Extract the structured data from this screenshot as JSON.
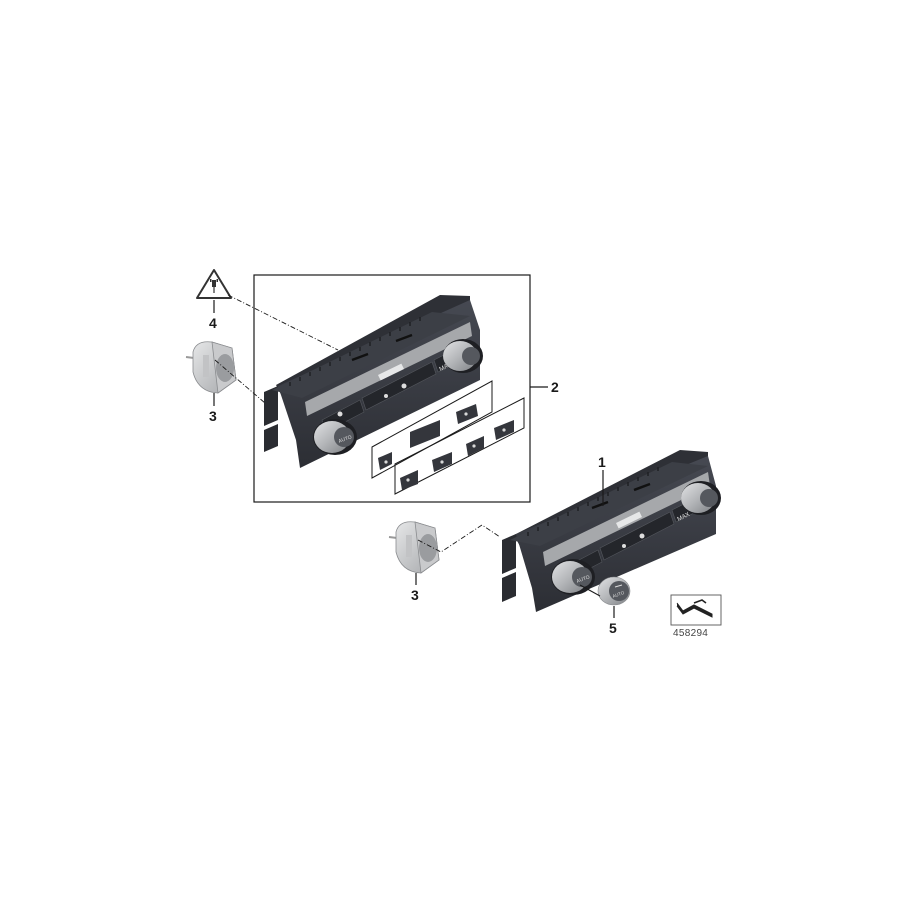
{
  "diagram": {
    "type": "exploded-parts-diagram",
    "subject": "Climate control panel (automatic air conditioning) with knobs and button caps",
    "reference_number": "458294",
    "callouts": [
      {
        "id": "1",
        "label": "1",
        "part": "climate-control-panel"
      },
      {
        "id": "2",
        "label": "2",
        "part": "climate-control-panel-kit-with-button-caps"
      },
      {
        "id": "3a",
        "label": "3",
        "part": "rotary-knob-adapter-upper"
      },
      {
        "id": "3b",
        "label": "3",
        "part": "rotary-knob-adapter-lower"
      },
      {
        "id": "4",
        "label": "4",
        "part": "connector-warning-symbol"
      },
      {
        "id": "5",
        "label": "5",
        "part": "auto-button-cap"
      }
    ],
    "panel_labels": {
      "auto": "AUTO",
      "max": "MAX"
    },
    "colors": {
      "panel_body": "#3a3d44",
      "panel_dark": "#2b2d33",
      "display_strip": "#a9abad",
      "knob_silver": "#b9bbbe",
      "knob_cap": "#55585e",
      "line": "#1a1a1a",
      "background": "#ffffff"
    }
  }
}
